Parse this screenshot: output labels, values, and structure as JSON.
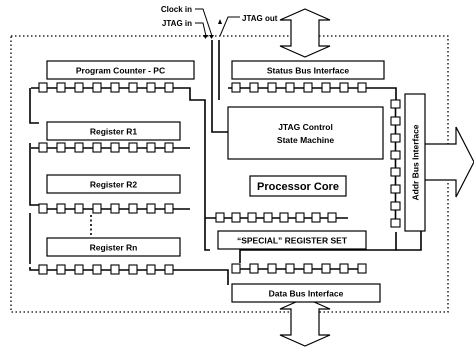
{
  "signals": {
    "clock_in": "Clock in",
    "jtag_in": "JTAG in",
    "jtag_out": "JTAG out"
  },
  "blocks": {
    "program_counter": "Program Counter - PC",
    "status_bus": "Status Bus Interface",
    "register_r1": "Register R1",
    "register_r2": "Register R2",
    "register_rn": "Register Rn",
    "jtag_control_line1": "JTAG Control",
    "jtag_control_line2": "State Machine",
    "processor_core": "Processor Core",
    "special_registers": "“SPECIAL” REGISTER SET",
    "addr_bus": "Addr Bus Interface",
    "data_bus": "Data Bus Interface"
  },
  "icons": [
    "up-down-arrow-icon",
    "right-arrow-icon"
  ]
}
